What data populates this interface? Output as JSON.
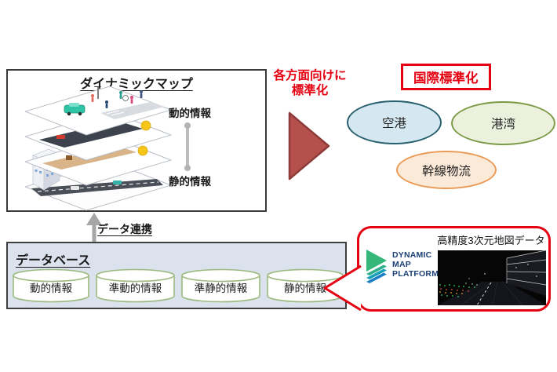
{
  "dynamic_map": {
    "title": "ダイナミックマップ",
    "dynamic_label": "動的情報",
    "static_label": "静的情報"
  },
  "data_link_label": "データ連携",
  "database": {
    "title": "データベース",
    "cylinders": [
      "動的情報",
      "準動的情報",
      "準静的情報",
      "静的情報"
    ]
  },
  "standardize": {
    "line1": "各方面向けに",
    "line2": "標準化"
  },
  "international": {
    "title": "国際標準化",
    "items": [
      {
        "label": "空港",
        "fill": "#d5e7f0",
        "border": "#265f6d"
      },
      {
        "label": "港湾",
        "fill": "#ebf1dd",
        "border": "#7d9a47"
      },
      {
        "label": "幹線物流",
        "fill": "#fcead9",
        "border": "#ea9a55"
      }
    ]
  },
  "callout": {
    "caption": "高精度3次元地図データ",
    "logo": {
      "line1": "DYNAMIC",
      "line2": "MAP",
      "line3": "PLATFORM"
    }
  },
  "colors": {
    "accent_red": "#e50012",
    "arrow_dark_red": "#b5504c",
    "arrow_dark_red_border": "#8d3b38",
    "database_fill": "#dbe2ee",
    "cylinder_border": "#9cba7f",
    "connector_gray": "#b3b3b3",
    "logo_navy": "#1b3f77",
    "logo_green": "#34b778"
  }
}
